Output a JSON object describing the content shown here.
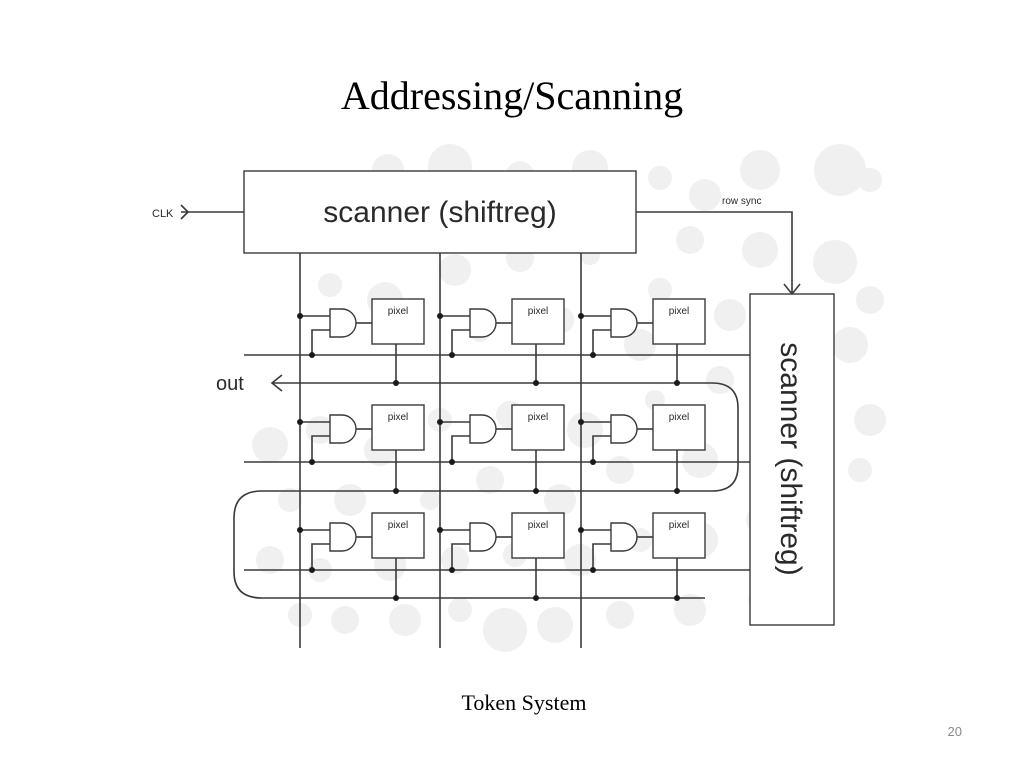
{
  "slide": {
    "title": "Addressing/Scanning",
    "caption": "Token System",
    "page_number": "20"
  },
  "diagram": {
    "clk_label": "CLK",
    "top_scanner_label": "scanner (shiftreg)",
    "side_scanner_label": "scanner (shiftreg)",
    "row_sync_label": "row sync",
    "out_label": "out",
    "pixel_label": "pixel",
    "rows": 3,
    "columns": 3
  }
}
